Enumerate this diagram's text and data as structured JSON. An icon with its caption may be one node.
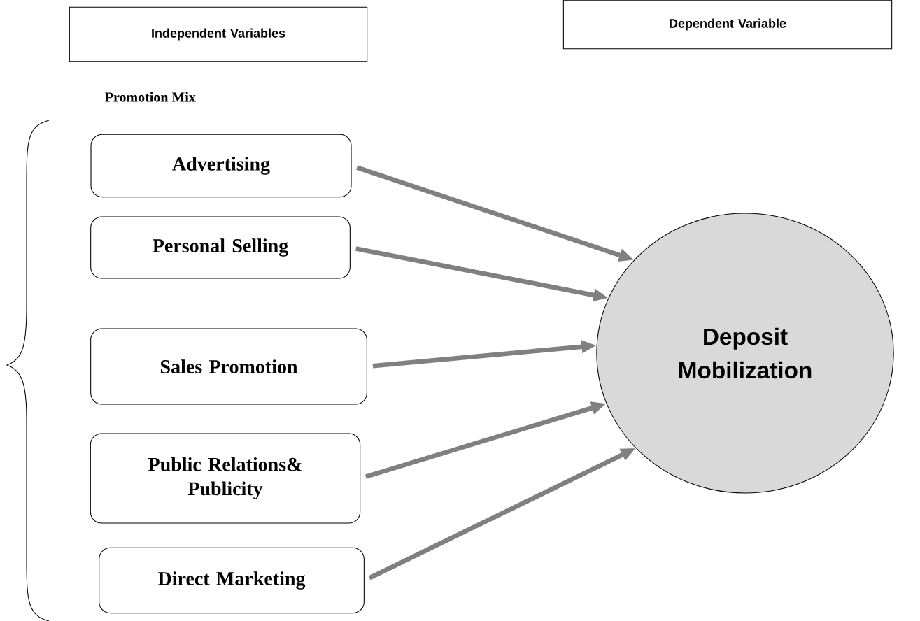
{
  "diagram": {
    "nodes": [
      {
        "text": [
          "Independent Variables"
        ]
      },
      {
        "text": [
          "Dependent Variable"
        ]
      },
      {
        "text": [
          "Advertising"
        ]
      },
      {
        "text": [
          "Personal Selling"
        ]
      },
      {
        "text": [
          "Sales Promotion"
        ]
      },
      {
        "text": [
          "Public Relations& Publicity"
        ]
      },
      {
        "text": [
          "Direct Marketing"
        ]
      },
      {
        "text": [
          "Deposit Mobilization"
        ]
      }
    ],
    "edges": [
      {
        "from": 2,
        "to": 7,
        "arrow": "to"
      },
      {
        "from": 3,
        "to": 7,
        "arrow": "to"
      },
      {
        "from": 4,
        "to": 7,
        "arrow": "to"
      },
      {
        "from": 5,
        "to": 7,
        "arrow": "to"
      },
      {
        "from": 6,
        "to": 7,
        "arrow": "to"
      }
    ],
    "labels": [
      "Promotion Mix"
    ]
  }
}
